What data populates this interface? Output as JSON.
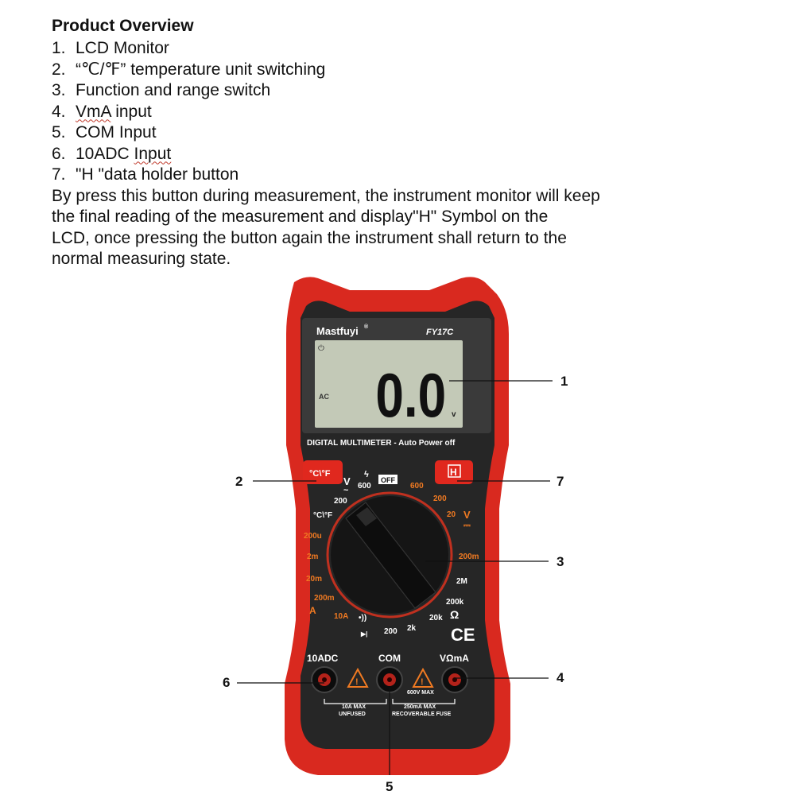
{
  "overview": {
    "heading": "Product Overview",
    "items": [
      {
        "num": "1.",
        "text": "LCD Monitor"
      },
      {
        "num": "2.",
        "text": "“℃/℉” temperature unit switching"
      },
      {
        "num": "3.",
        "text": "Function and range switch"
      },
      {
        "num": "4.",
        "text_squiggle": "VmA",
        "text_rest": " input"
      },
      {
        "num": "5.",
        "text": "COM Input"
      },
      {
        "num": "6.",
        "text_pre": "10ADC ",
        "text_squiggle": "Input"
      },
      {
        "num": "7.",
        "text": "\"H \"data holder button"
      }
    ],
    "paragraph_lines": [
      "By press this button during measurement, the instrument monitor will keep",
      "the final reading of the measurement and display\"H\" Symbol on the",
      "LCD, once pressing the button again the instrument shall return to the",
      "normal measuring state."
    ]
  },
  "device": {
    "brand": "Mastfuyi",
    "brand_mark": "®",
    "model": "FY17C",
    "lcd_reading": "0.0",
    "lcd_unit": "v",
    "lcd_ac": "AC",
    "lcd_power": "⏻",
    "strip_label": "DIGITAL MULTIMETER - Auto Power off",
    "temp_button": "°C\\°F",
    "hold_button": "H",
    "dial_labels": {
      "v_ac": "V",
      "v_ac_sym": "~",
      "lightning_600": "600",
      "off": "OFF",
      "v600": "600",
      "v200": "200",
      "v20": "20",
      "v_dc": "V",
      "v_dc_sym": "⎓",
      "ac200": "200",
      "temp": "°C\\°F",
      "ua200": "200u",
      "ma2": "2m",
      "ma20": "20m",
      "ma200": "200m",
      "a_sym": "A",
      "a10": "10A",
      "continuity": "•))",
      "diode": "▶|",
      "r200": "200",
      "r2k": "2k",
      "r20k": "20k",
      "r200k": "200k",
      "ohm": "Ω",
      "r2m": "2M",
      "r200m": "200m"
    },
    "ce": "CE",
    "jack_labels": {
      "adc": "10ADC",
      "com": "COM",
      "vma": "VΩmA"
    },
    "warnings": {
      "v600": "600V MAX",
      "a10": "10A MAX",
      "a10_sub": "UNFUSED",
      "ma250": "250mA MAX",
      "ma250_sub": "RECOVERABLE FUSE"
    }
  },
  "callouts": [
    "1",
    "2",
    "3",
    "4",
    "5",
    "6",
    "7"
  ],
  "colors": {
    "body_red": "#d9291f",
    "panel_dark": "#262626",
    "accent_orange": "#f07a22",
    "lcd_green": "#c3c9b7"
  }
}
